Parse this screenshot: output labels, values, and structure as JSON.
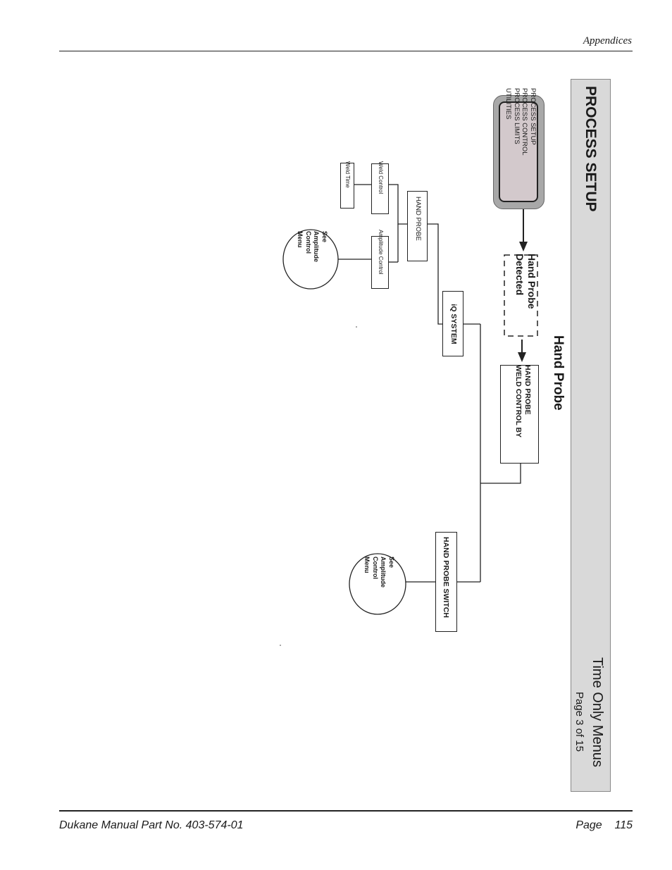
{
  "header": {
    "section": "Appendices"
  },
  "footer": {
    "manual": "Dukane Manual Part No. 403-574-01",
    "page_label": "Page",
    "page_number": "115"
  },
  "banner": {
    "title": "PROCESS SETUP",
    "subtitle": "Time Only Menus",
    "page_of": "Page 3 of 15",
    "diagram_title": "Hand Probe"
  },
  "lcd_menu": {
    "lines": [
      "PROCESS SETUP",
      "PROCESS  CONTROL",
      "PROCESS  LIMITS",
      "UTILITIES"
    ]
  },
  "nodes": {
    "hand_probe_detected": [
      "Hand Probe",
      "Detected"
    ],
    "weld_control_by": [
      "HAND PROBE",
      "WELD CONTROL BY"
    ],
    "iq_system": "iQ SYSTEM",
    "hand_probe": "HAND PROBE",
    "hand_probe_switch": "HAND PROBE SWITCH",
    "weld_control": "Weld Control",
    "weld_time": "Weld Time",
    "amplitude_control": "Amplitude Control",
    "see_amplitude_1": [
      "See",
      "Amplitude",
      "Control",
      "Menu"
    ],
    "see_amplitude_2": [
      "See",
      "Amplitude",
      "Control",
      "Menu"
    ]
  }
}
